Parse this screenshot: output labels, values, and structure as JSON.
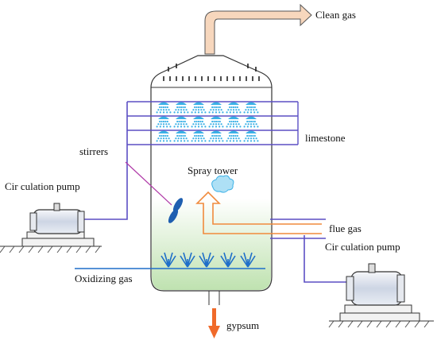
{
  "labels": {
    "clean_gas": "Clean gas",
    "limestone": "limestone",
    "stirrers": "stirrers",
    "circulation_pump_left": "Cir culation pump",
    "spray_tower": "Spray tower",
    "flue_gas": "flue gas",
    "circulation_pump_right": "Cir culation pump",
    "oxidizing_gas": "Oxidizing gas",
    "gypsum": "gypsum"
  },
  "colors": {
    "pipe": "#5b4fc4",
    "spray": "#3ab0e6",
    "liquid": "#cfe8c4",
    "flue_arrow": "#f08a3c",
    "gypsum_arrow": "#f06a2a",
    "outlet_arrow": "#f5c9a8",
    "stirrer": "#1f5fb0",
    "oxidizer": "#1f6fc9"
  }
}
